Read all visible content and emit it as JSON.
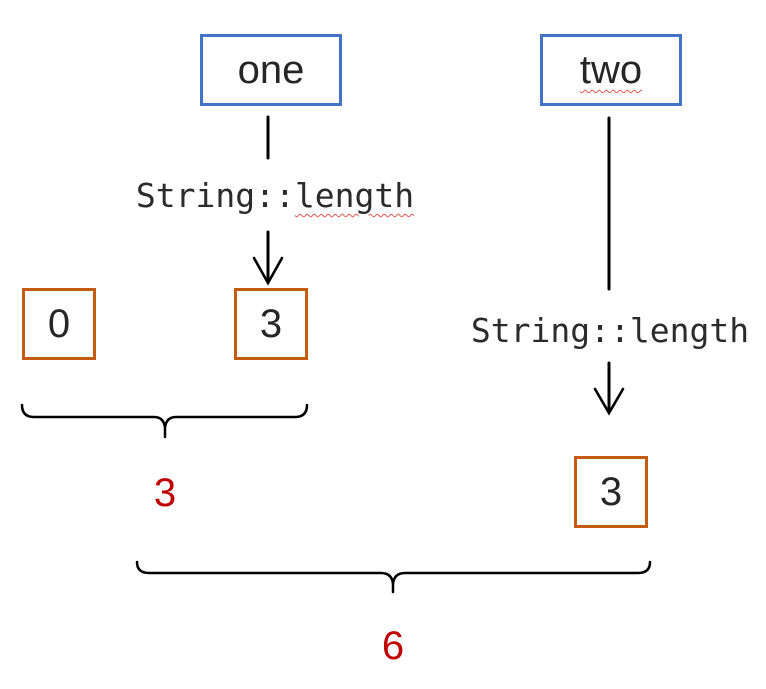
{
  "diagram": {
    "inputs": {
      "one": {
        "label": "one"
      },
      "two": {
        "label": "two"
      }
    },
    "functions": {
      "left": {
        "prefix": "String::",
        "word": "length"
      },
      "right": {
        "label": "String::length"
      }
    },
    "values": {
      "identity": "0",
      "left_result": "3",
      "right_result": "3"
    },
    "results": {
      "partial": "3",
      "total": "6"
    },
    "colors": {
      "input_box_border": "#4472C4",
      "value_box_border": "#C55A11",
      "result_text": "#C00000",
      "connector_stroke": "#000000",
      "text": "#262626",
      "spellcheck_squiggle": "#E2574C"
    }
  }
}
